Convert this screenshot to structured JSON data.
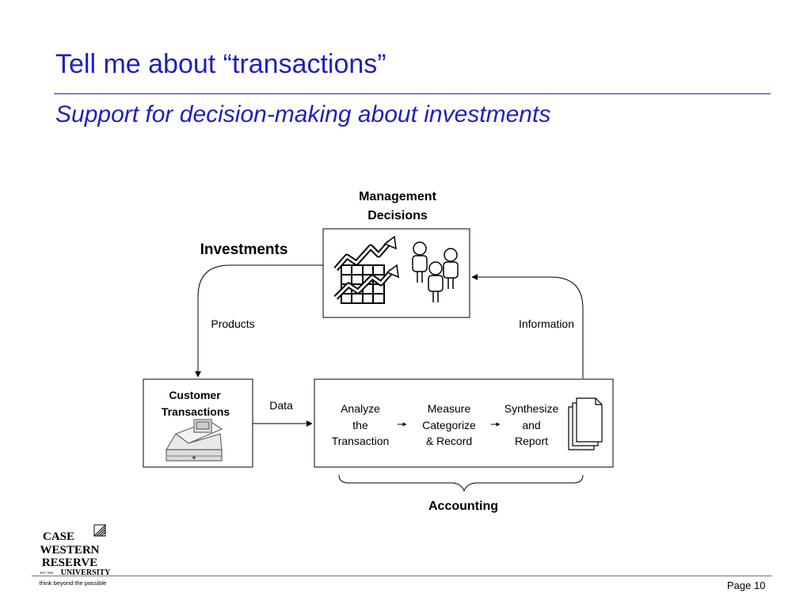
{
  "slide": {
    "title": "Tell me about “transactions”",
    "subtitle": "Support for decision-making about investments",
    "page_label": "Page 10"
  },
  "diagram": {
    "management_line1": "Management",
    "management_line2": "Decisions",
    "investments": "Investments",
    "products": "Products",
    "information": "Information",
    "customer_line1": "Customer",
    "customer_line2": "Transactions",
    "data": "Data",
    "step1": [
      "Analyze",
      "the",
      "Transaction"
    ],
    "step2": [
      "Measure",
      "Categorize",
      "& Record"
    ],
    "step3": [
      "Synthesize",
      "and",
      "Report"
    ],
    "accounting": "Accounting"
  },
  "logo": {
    "line1": "CASE",
    "line2": "WESTERN",
    "line3": "RESERVE",
    "line4_small": "EST. 1826",
    "line4": "UNIVERSITY",
    "tagline": "think beyond the possible"
  },
  "colors": {
    "accent": "#1f1fbf"
  },
  "icons": [
    "stock-chart-icon",
    "people-icon",
    "cash-register-icon",
    "documents-icon",
    "logo-emblem-icon"
  ]
}
